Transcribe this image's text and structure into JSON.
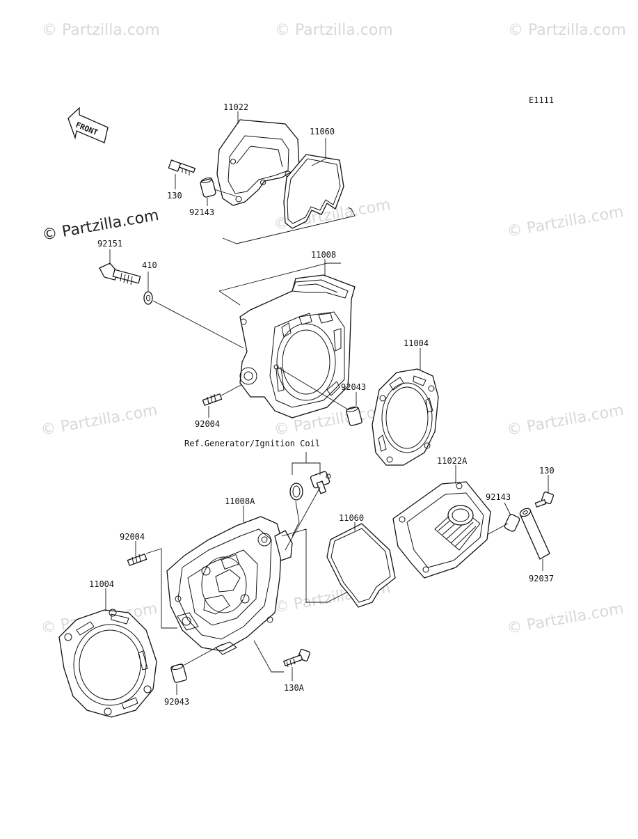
{
  "diagram": {
    "code": "E1111",
    "front_label": "FRONT",
    "ref_note": "Ref.Generator/Ignition Coil",
    "watermark": "© Partzilla.com",
    "colors": {
      "line": "#111111",
      "watermark": "#d8d8d8",
      "background": "#ffffff"
    }
  },
  "callouts": {
    "c11022": "11022",
    "c11060_top": "11060",
    "c130_top": "130",
    "c92143_top": "92143",
    "c92151": "92151",
    "c410": "410",
    "c11008": "11008",
    "c11004_right": "11004",
    "c92043_mid": "92043",
    "c92004_mid": "92004",
    "c11022A": "11022A",
    "c130_right": "130",
    "c92143_right": "92143",
    "c11008A": "11008A",
    "c11060_bottom": "11060",
    "c92004_left": "92004",
    "c11004_left": "11004",
    "c92037": "92037",
    "c130A": "130A",
    "c92043_bottom": "92043"
  }
}
